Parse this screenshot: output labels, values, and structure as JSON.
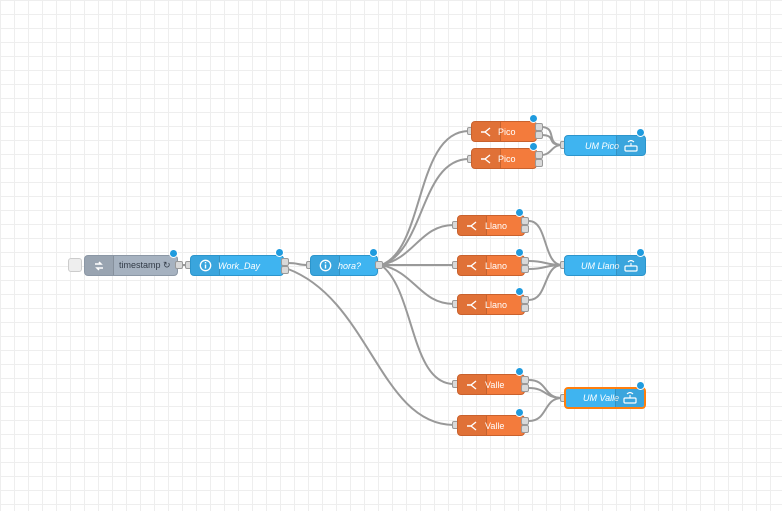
{
  "canvas": {
    "title": ""
  },
  "nodes": {
    "timestamp": {
      "label": "timestamp ↻",
      "type": "inject",
      "icon": "inject-arrow-icon"
    },
    "work_day": {
      "label": "Work_Day",
      "type": "function",
      "icon": "info-icon"
    },
    "hora": {
      "label": "hora?",
      "type": "function",
      "icon": "info-icon"
    },
    "pico1": {
      "label": "Pico",
      "type": "switch",
      "icon": "switch-branch-icon"
    },
    "pico2": {
      "label": "Pico",
      "type": "switch",
      "icon": "switch-branch-icon"
    },
    "llano1": {
      "label": "Llano",
      "type": "switch",
      "icon": "switch-branch-icon"
    },
    "llano2": {
      "label": "Llano",
      "type": "switch",
      "icon": "switch-branch-icon"
    },
    "llano3": {
      "label": "Llano",
      "type": "switch",
      "icon": "switch-branch-icon"
    },
    "valle1": {
      "label": "Valle",
      "type": "switch",
      "icon": "switch-branch-icon"
    },
    "valle2": {
      "label": "Valle",
      "type": "switch",
      "icon": "switch-branch-icon"
    },
    "um_pico": {
      "label": "UM Pico",
      "type": "output",
      "icon": "router-icon"
    },
    "um_llano": {
      "label": "UM Llano",
      "type": "output",
      "icon": "router-icon"
    },
    "um_valle": {
      "label": "UM Valle",
      "type": "output",
      "icon": "router-icon"
    }
  },
  "colors": {
    "switch": "#f37b3c",
    "function": "#3fb4f0",
    "inject": "#a6b2c0",
    "wire": "#999999",
    "changed_dot": "#1f9bde",
    "selected_border": "#ff7f0e"
  }
}
